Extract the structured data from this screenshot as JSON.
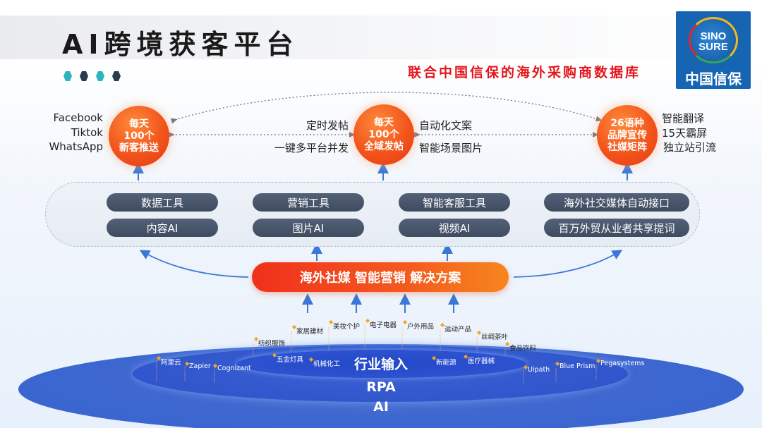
{
  "header": {
    "title": "AI跨境获客平台",
    "subtitle": "联合中国信保的海外采购商数据库"
  },
  "logo": {
    "en_line1": "SINO",
    "en_line2": "SURE",
    "cn": "中国信保"
  },
  "top_nodes": [
    {
      "lines": [
        "每天",
        "100个",
        "新客推送"
      ],
      "side_left": [
        "Facebook",
        "Tiktok",
        "WhatsApp"
      ]
    },
    {
      "lines": [
        "每天",
        "100个",
        "全域发帖"
      ],
      "side_left": [
        "定时发帖",
        "一键多平台并发"
      ],
      "side_right": [
        "自动化文案",
        "智能场景图片"
      ]
    },
    {
      "lines": [
        "26语种",
        "品牌宣传",
        "社媒矩阵"
      ],
      "side_right": [
        "智能翻译",
        "15天霸屏",
        "独立站引流"
      ]
    }
  ],
  "tools": {
    "row1": [
      "数据工具",
      "营销工具",
      "智能客服工具",
      "海外社交媒体自动接口"
    ],
    "row2": [
      "内容AI",
      "图片AI",
      "视频AI",
      "百万外贸从业者共享提词"
    ]
  },
  "solution": "海外社媒 智能营销 解决方案",
  "layers": {
    "inner": "行业输入",
    "middle": "RPA",
    "outer": "AI"
  },
  "industries": [
    "纺织服饰",
    "家居建材",
    "美妆个护",
    "电子电器",
    "户外用品",
    "运动产品",
    "丝绸茶叶",
    "食品饮料",
    "五金灯具",
    "机械化工",
    "新能源",
    "医疗器械"
  ],
  "platforms": [
    "阿里云",
    "Zapier",
    "Cognizant",
    "Uipath",
    "Blue Prism",
    "Pegasystems"
  ],
  "colors": {
    "accent_orange": "#f2541c",
    "subtitle_red": "#e5141b",
    "pill_slate": "#47536a",
    "ellipse_blue": "#3a66d0",
    "arrow_blue": "#3a78d8",
    "logo_blue": "#1565b3"
  }
}
